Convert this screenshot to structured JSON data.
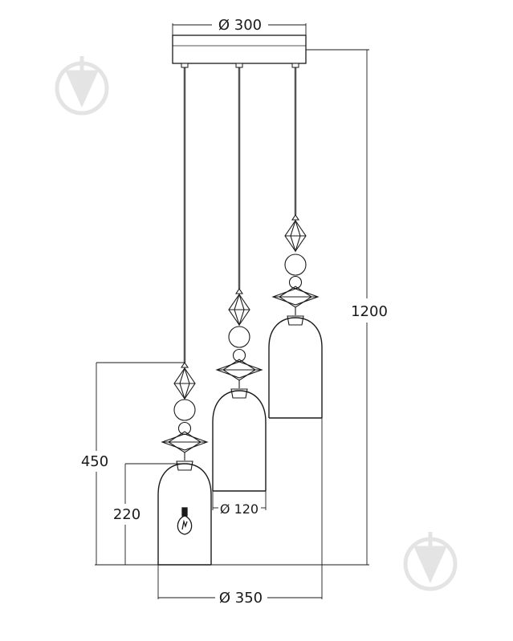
{
  "dimensions": {
    "canopy_diameter": "Ø 300",
    "shade_diameter": "Ø 120",
    "total_diameter": "Ø 350",
    "total_height": "1200",
    "pendant_height": "450",
    "shade_height": "220"
  },
  "watermarks": [
    "drop-logo",
    "drop-logo"
  ],
  "colors": {
    "line": "#1a1a1a",
    "cord": "#555555",
    "watermark": "#e4e4e4"
  }
}
